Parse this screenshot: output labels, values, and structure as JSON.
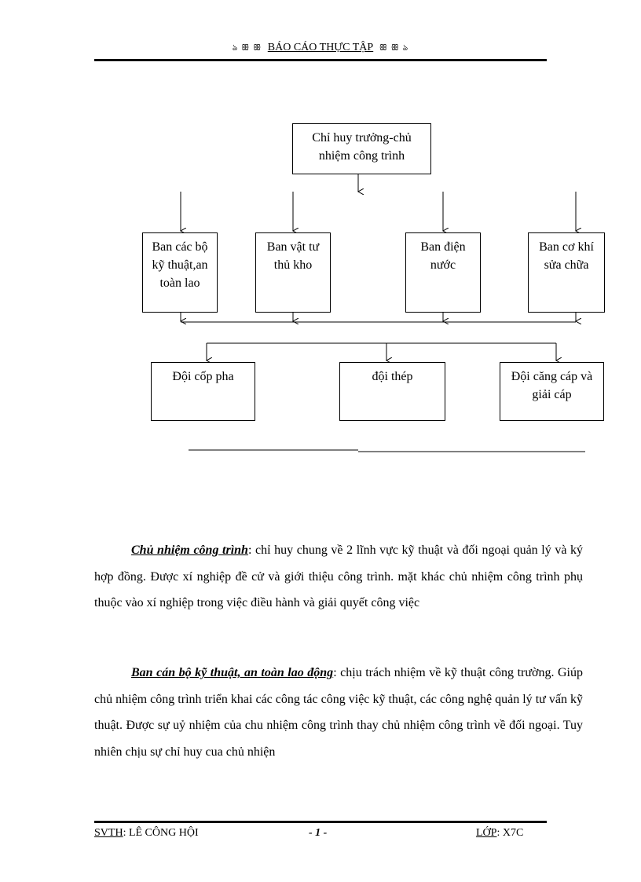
{
  "header": {
    "ornament_left": "ঌ ꕥ ꕥ",
    "title": "BÁO CÁO THỰC TẬP",
    "ornament_right": "ꕥ ꕥ ঌ"
  },
  "org_chart": {
    "top": "Chỉ huy trưởng-chủ nhiệm công trình",
    "departments": [
      "Ban các bộ kỹ thuật,an toàn lao",
      "Ban vật tư thủ kho",
      "Ban điện nước",
      "Ban cơ khí sửa chữa"
    ],
    "teams": [
      "Đội cốp pha",
      "đội thép",
      "Đội căng cáp và giải cáp"
    ]
  },
  "paragraphs": [
    {
      "lead": "Chủ nhiệm công trình",
      "text": ": chỉ huy chung về 2 lĩnh vực kỹ thuật và đối ngoại quản lý và ký hợp đồng. Được xí nghiệp đề cử và giới thiệu công trình. mặt khác chủ nhiệm công trình phụ thuộc vào xí nghiệp trong việc điều hành và giải quyết công việc"
    },
    {
      "lead": "Ban cán bộ kỹ thuật, an toàn lao động",
      "text": ": chịu trách nhiệm về kỹ thuật công trường. Giúp chủ nhiệm công trình triển khai các công tác công việc kỹ thuật, các công nghệ quản lý tư vấn kỹ thuật. Được sự uỷ nhiệm của chu nhiệm công trình thay chủ nhiệm công trình về đối ngoại. Tuy nhiên chịu sự chỉ huy cua chủ nhiện"
    }
  ],
  "footer": {
    "svth_label": "SVTH",
    "svth_name": ": LÊ CÔNG HỘI",
    "page": "- 1 -",
    "class_label": "LỚP",
    "class_value": ":  X7C"
  }
}
